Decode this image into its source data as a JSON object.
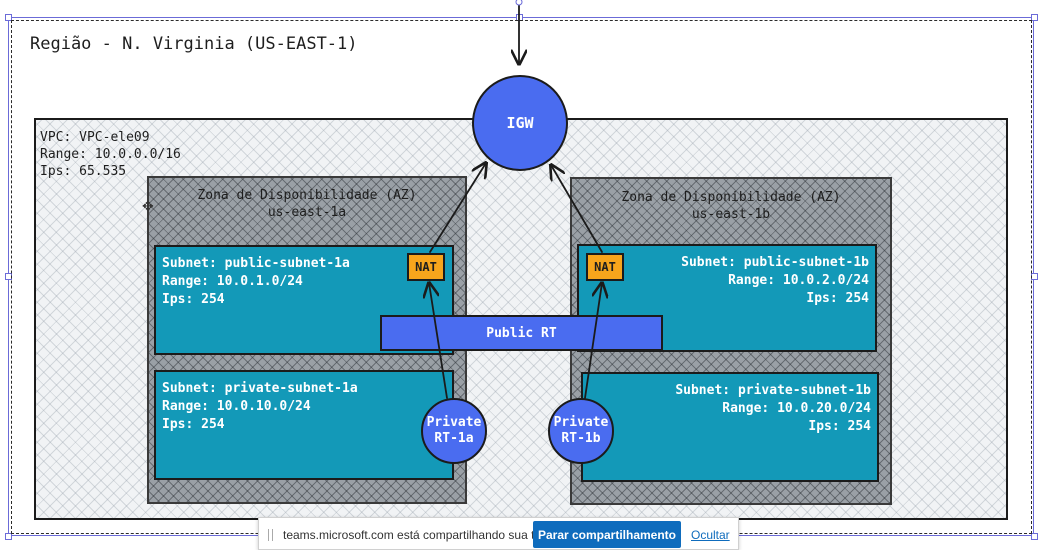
{
  "region": {
    "title": "Região - N. Virginia (US-EAST-1)"
  },
  "vpc": {
    "name_line": "VPC: VPC-ele09",
    "range_line": "Range: 10.0.0.0/16",
    "ips_line": "Ips: 65.535"
  },
  "igw": {
    "label": "IGW"
  },
  "az_a": {
    "title": "Zona de Disponibilidade (AZ)",
    "name": "us-east-1a",
    "public_subnet": {
      "name": "Subnet: public-subnet-1a",
      "range": "Range: 10.0.1.0/24",
      "ips": "Ips: 254"
    },
    "private_subnet": {
      "name": "Subnet: private-subnet-1a",
      "range": "Range: 10.0.10.0/24",
      "ips": "Ips: 254"
    },
    "nat": "NAT",
    "private_rt": {
      "line1": "Private",
      "line2": "RT-1a"
    }
  },
  "az_b": {
    "title": "Zona de Disponibilidade (AZ)",
    "name": "us-east-1b",
    "public_subnet": {
      "name": "Subnet: public-subnet-1b",
      "range": "Range: 10.0.2.0/24",
      "ips": "Ips: 254"
    },
    "private_subnet": {
      "name": "Subnet: private-subnet-1b",
      "range": "Range: 10.0.20.0/24",
      "ips": "Ips: 254"
    },
    "nat": "NAT",
    "private_rt": {
      "line1": "Private",
      "line2": "RT-1b"
    }
  },
  "public_rt": {
    "label": "Public RT"
  },
  "share_bar": {
    "message": "teams.microsoft.com está compartilhando sua tela.",
    "stop_button": "Parar compartilhamento",
    "hide_link": "Ocultar"
  },
  "colors": {
    "subnet": "#1399b8",
    "router": "#4a6cf0",
    "nat": "#f7a51c",
    "teams_blue": "#0f6cbd"
  }
}
